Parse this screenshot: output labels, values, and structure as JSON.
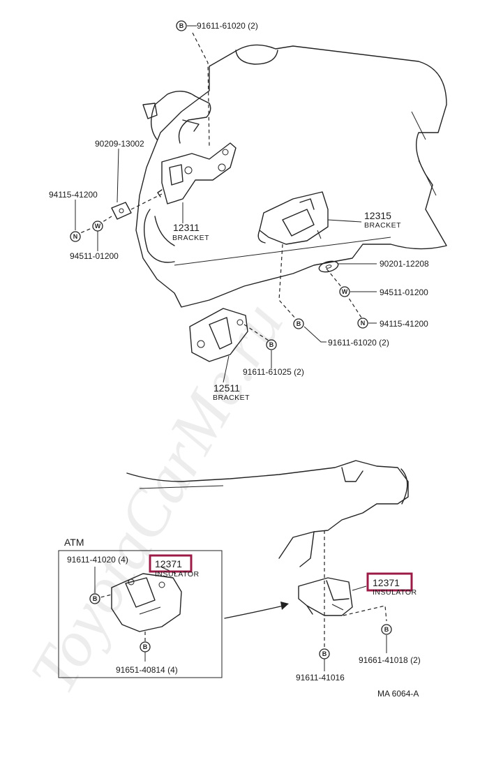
{
  "watermark": "ToyotaCarMe.ru",
  "highlight_color": "#9b1b46",
  "badges": {
    "bolt": "B",
    "nut": "N",
    "washer": "W"
  },
  "labels": {
    "p91611_61020_top": "91611-61020 (2)",
    "p90209_13002": "90209-13002",
    "p94115_41200_left": "94115-41200",
    "p94511_01200_left": "94511-01200",
    "p12311_num": "12311",
    "p12311_name": "BRACKET",
    "p12315_num": "12315",
    "p12315_name": "BRACKET",
    "p90201_12208": "90201-12208",
    "p94511_01200_right": "94511-01200",
    "p94115_41200_right": "94115-41200",
    "p91611_61020_mid": "91611-61020 (2)",
    "p91611_61025": "91611-61025 (2)",
    "p12511_num": "12511",
    "p12511_name": "BRACKET",
    "atm": "ATM",
    "p91611_41020": "91611-41020 (4)",
    "p12371_atm_num": "12371",
    "p12371_atm_name": "INSULATOR",
    "p91651_40814": "91651-40814 (4)",
    "p12371_num": "12371",
    "p12371_name": "INSULATOR",
    "p91661_41018": "91661-41018 (2)",
    "p91611_41016": "91611-41016",
    "ref": "MA  6064-A"
  }
}
